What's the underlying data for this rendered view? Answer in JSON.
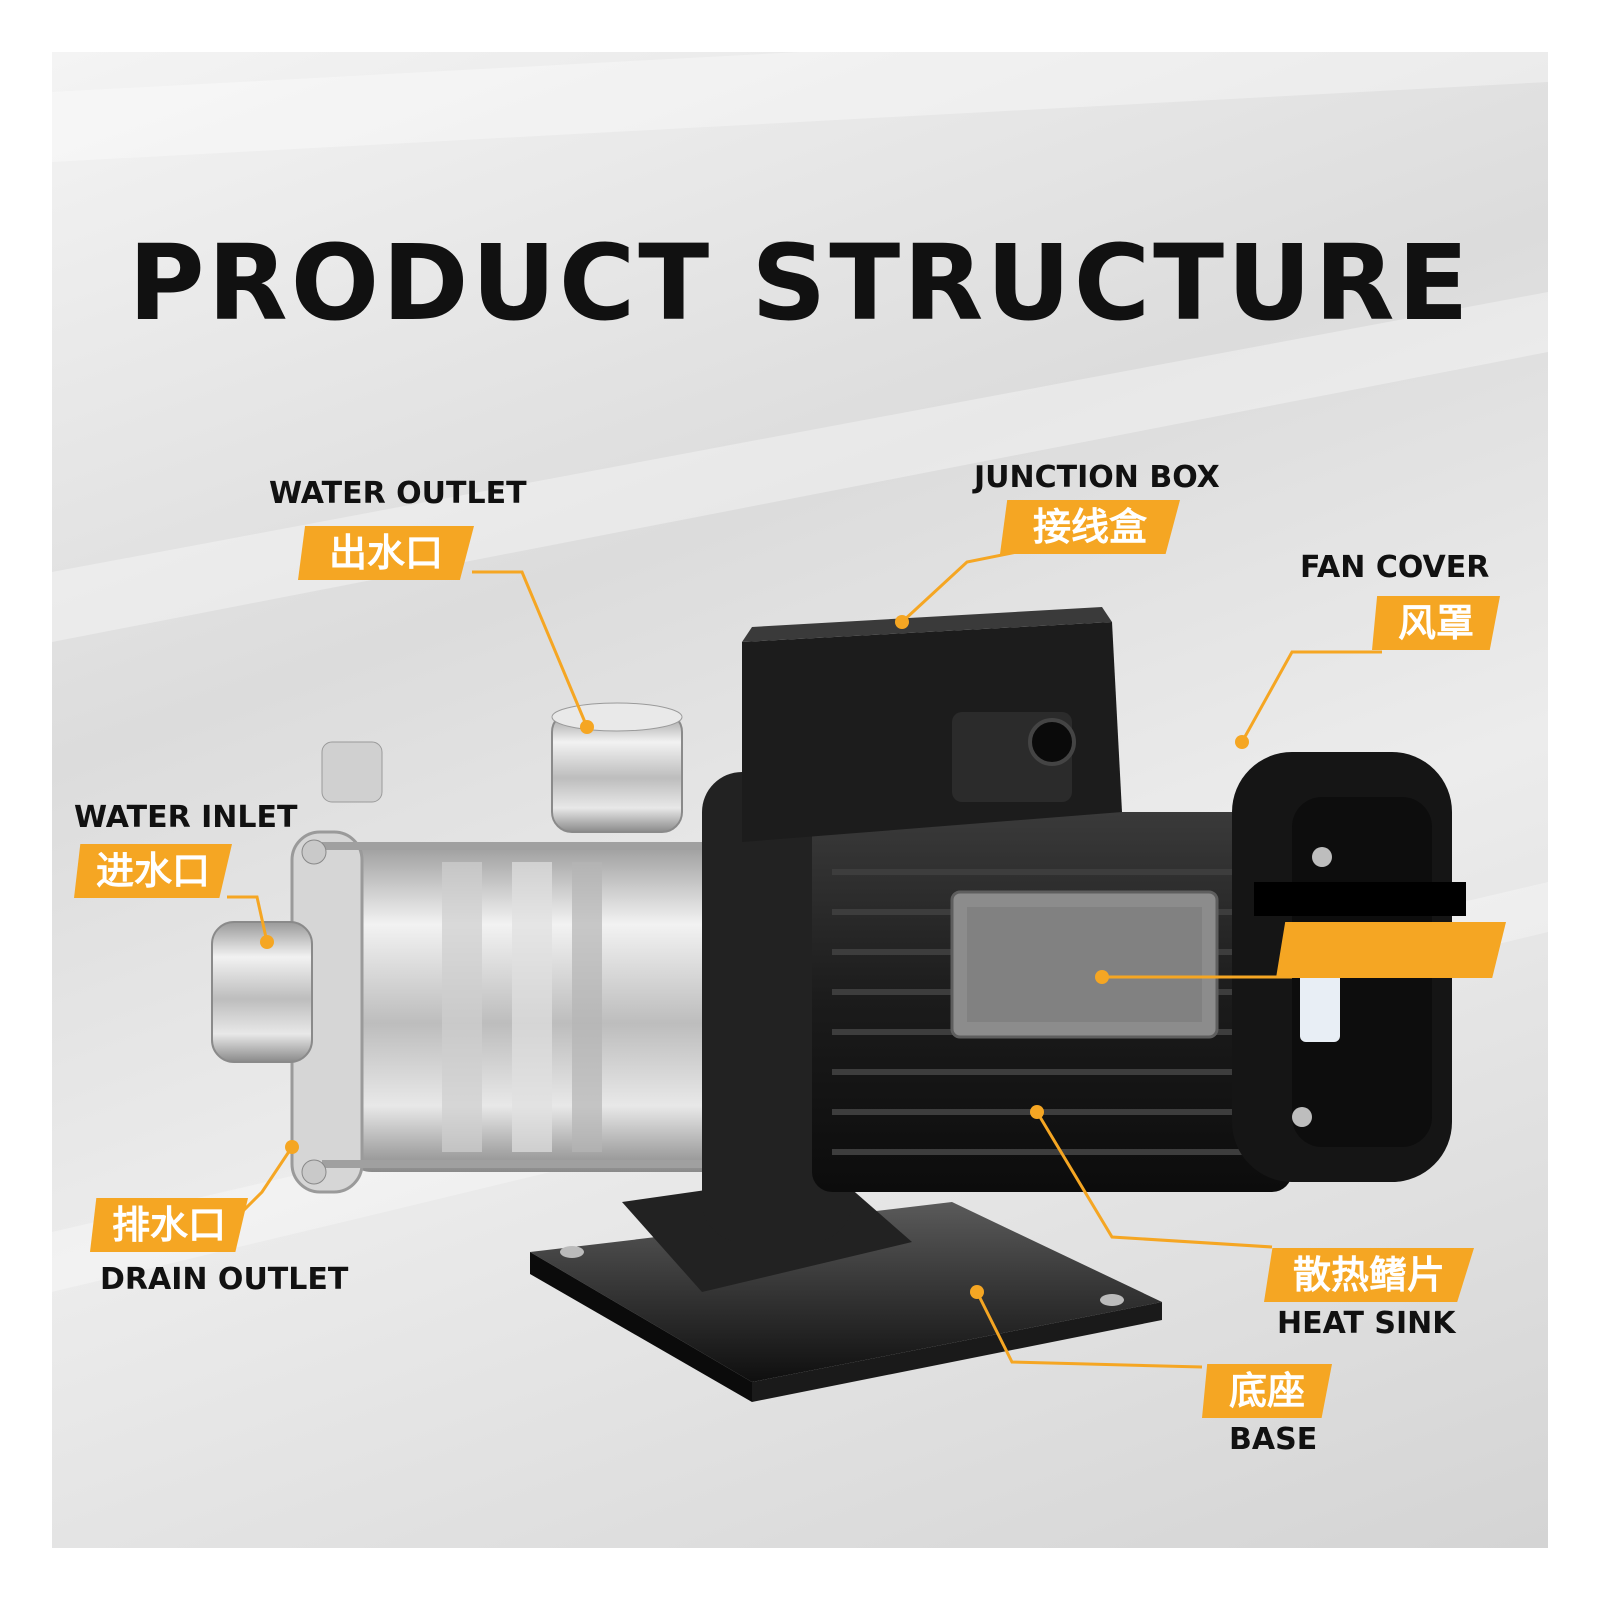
{
  "title": "PRODUCT STRUCTURE",
  "callouts": {
    "water_outlet": {
      "en": "WATER OUTLET",
      "cn": "出水口"
    },
    "junction_box": {
      "en": "JUNCTION BOX",
      "cn": "接线盒"
    },
    "fan_cover": {
      "en": "FAN COVER",
      "cn": "风罩"
    },
    "water_inlet": {
      "en": "WATER INLET",
      "cn": "进水口"
    },
    "drain_outlet": {
      "en": "DRAIN OUTLET",
      "cn": "排水口"
    },
    "heat_sink": {
      "en": "HEAT SINK",
      "cn": "散热鳍片"
    },
    "base": {
      "en": "BASE",
      "cn": "底座"
    }
  },
  "colors": {
    "accent": "#f5a623",
    "motor": "#1e1e1e",
    "steel": "#c8c8c8",
    "text": "#111111"
  }
}
